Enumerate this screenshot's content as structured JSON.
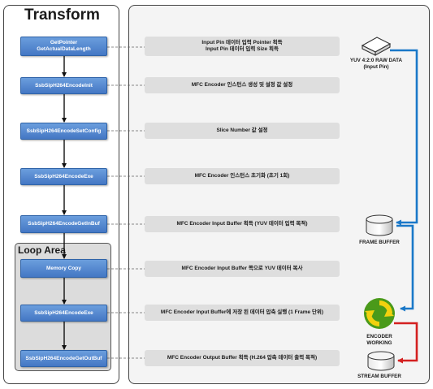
{
  "title": "Transform",
  "loop_title": "Loop Area",
  "steps": [
    {
      "label": "GetPointer\nGetActualDataLength"
    },
    {
      "label": "SsbSipH264EncodeInit"
    },
    {
      "label": "SsbSipH264EncodeSetConfig"
    },
    {
      "label": "SsbSipH264EncodeExe"
    },
    {
      "label": "SsbSipH264EncodeGetInBuf"
    },
    {
      "label": "Memory Copy"
    },
    {
      "label": "SsbSipH264EncodeExe"
    },
    {
      "label": "SsbSipH264EncodeGetOutBuf"
    }
  ],
  "descriptions": [
    {
      "text": "Input Pin 데이터 입력 Pointer 획득\nInput Pin 데이터 입력    Size 획득"
    },
    {
      "text": "MFC Encoder 인스턴스 생성 및 설정 값 설정"
    },
    {
      "text": "Slice Number 값 설정"
    },
    {
      "text": "MFC Encoder 인스턴스 초기화 (초기 1회)"
    },
    {
      "text": "MFC Encoder Input Buffer 획득 (YUV 데이터 입력 목적)"
    },
    {
      "text": "MFC Encoder Input Buffer 쪽으로 YUV 데이터 복사"
    },
    {
      "text": "MFC Encoder Input Buffer에 저장 된 데이터 압축 실행 (1 Frame 단위)"
    },
    {
      "text": "MFC Encoder Output Buffer 획득 (H.264 압축 데이터 출력 목적)"
    }
  ],
  "resources": {
    "yuv_data": "YUV 4:2:0 RAW DATA\n(Input Pin)",
    "frame_buffer": "FRAME BUFFER",
    "encoder": "ENCODER\nWORKING",
    "stream_buffer": "STREAM BUFFER"
  },
  "colors": {
    "step_fill": "#5588d0",
    "flow_blue": "#1a78c8",
    "flow_red": "#d42020",
    "recycle_green": "#4a9a1a",
    "recycle_yellow": "#f2d10e"
  },
  "icons": [
    "yuv-device-icon",
    "frame-buffer-cylinder-icon",
    "encoder-recycle-icon",
    "stream-buffer-cylinder-icon"
  ]
}
